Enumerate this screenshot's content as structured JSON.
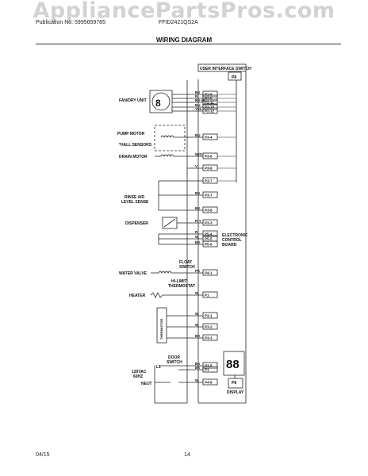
{
  "watermark": "AppliancePartsPros.com",
  "header": {
    "publication": "Publication No: 5995659785",
    "model": "FFID2421QS2A"
  },
  "title": "WIRING DIAGRAM",
  "footer": {
    "date": "04/15",
    "page": "14"
  },
  "components": {
    "user_interface": "USER INTERFACE SWITCH",
    "p8": "P8",
    "fan_dry": "FAN/DRY UNIT",
    "pump_motor": "PUMP MOTOR",
    "hall_sensors": "*HALL SENSORS",
    "drain_motor": "DRAIN MOTOR",
    "rinse_aid": "RINSE AID",
    "level_sense": "LEVEL SENSE",
    "dispenser": "DISPENSER",
    "water_valve": "WATER VALVE",
    "float_switch": "FLOAT",
    "float_switch2": "SWITCH",
    "heater": "HEATER",
    "hi_limit": "HI-LIMIT",
    "thermostat": "THERMOSTAT",
    "thermistor": "THERMISTOR",
    "door_switch": "DOOR",
    "door_switch2": "SWITCH",
    "supply1": "120VAC",
    "supply2": "60HZ",
    "l1": "L1",
    "neut": "NEUT",
    "ecb1": "ELECTRONIC",
    "ecb2": "CONTROL",
    "ecb3": "BOARD",
    "display1": "P8",
    "display2": "DISPLAY",
    "fan_digit": "8",
    "display_digits": "88"
  },
  "pins_top": [
    "P2-9",
    "P2-5",
    "P2-11",
    "P2-10",
    "P2-12"
  ],
  "wires_top": [
    "BK",
    "R",
    "BK-W",
    "BU",
    "YEL"
  ],
  "pins": [
    {
      "pin": "P3-4",
      "wire": "BU"
    },
    {
      "pin": "P3-6",
      "wire": "W/O"
    },
    {
      "pin": "P3-8",
      "wire": "V"
    },
    {
      "pin": "P3-7",
      "wire": ""
    },
    {
      "pin": "P3-7",
      "wire": "BK"
    },
    {
      "pin": "P3-8",
      "wire": "BK"
    },
    {
      "pin": "P3-3",
      "wire": "R-Y"
    },
    {
      "pin": "P5-4",
      "wire": "R"
    },
    {
      "pin": "P5-5",
      "wire": "W"
    },
    {
      "pin": "P5-6",
      "wire": "BK"
    },
    {
      "pin": "P4-1",
      "wire": "PK"
    },
    {
      "pin": "P1",
      "wire": "W"
    },
    {
      "pin": "P3-1",
      "wire": "W"
    },
    {
      "pin": "P3-2",
      "wire": "W"
    },
    {
      "pin": "P3-3",
      "wire": "BK"
    },
    {
      "pin": "P3-5",
      "wire": "BK"
    },
    {
      "pin": "P1",
      "wire": "BK"
    },
    {
      "pin": "P4-8",
      "wire": "W"
    }
  ],
  "misc_wires": {
    "w1": "W",
    "w2": "W",
    "w3": "BK",
    "w4": "BK"
  }
}
